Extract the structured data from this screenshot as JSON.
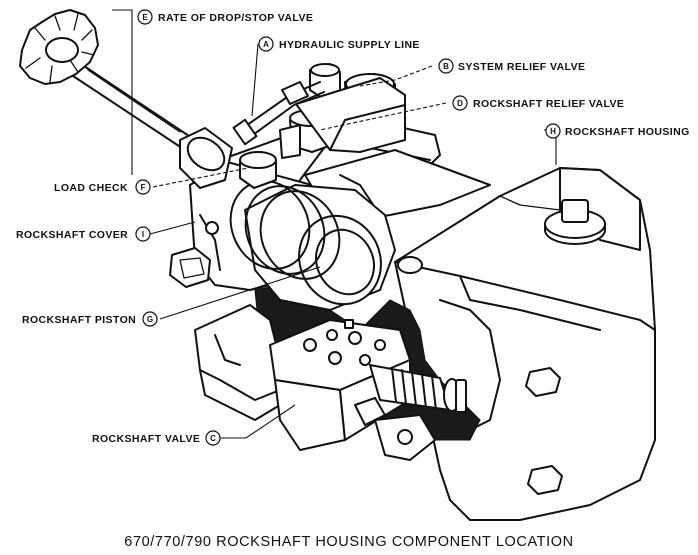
{
  "callouts": {
    "e": {
      "letter": "E",
      "text": "RATE OF DROP/STOP VALVE"
    },
    "a": {
      "letter": "A",
      "text": "HYDRAULIC SUPPLY LINE"
    },
    "b": {
      "letter": "B",
      "text": "SYSTEM RELIEF VALVE"
    },
    "d": {
      "letter": "D",
      "text": "ROCKSHAFT RELIEF VALVE"
    },
    "h": {
      "letter": "H",
      "text": "ROCKSHAFT HOUSING"
    },
    "f": {
      "letter": "F",
      "text": "LOAD CHECK"
    },
    "i": {
      "letter": "I",
      "text": "ROCKSHAFT COVER"
    },
    "g": {
      "letter": "G",
      "text": "ROCKSHAFT PISTON"
    },
    "c": {
      "letter": "C",
      "text": "ROCKSHAFT VALVE"
    }
  },
  "caption": "670/770/790 ROCKSHAFT HOUSING COMPONENT LOCATION"
}
